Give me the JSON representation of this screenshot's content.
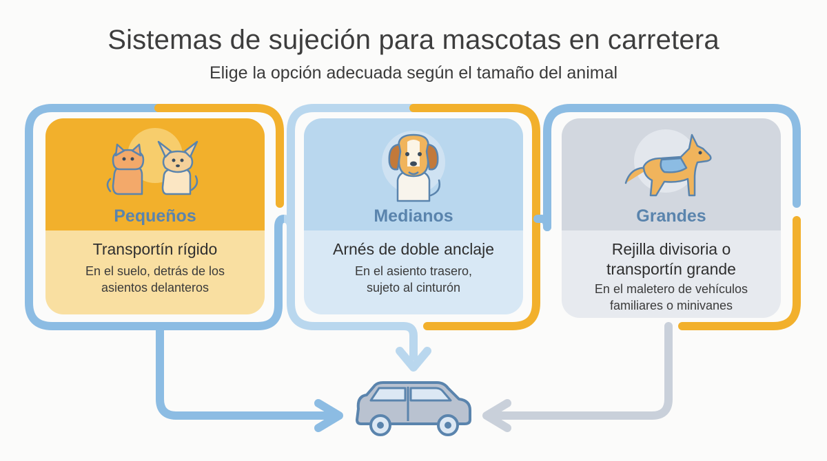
{
  "title": "Sistemas de sujeción para mascotas en carretera",
  "subtitle": "Elige la opción adecuada según el tamaño del animal",
  "colors": {
    "orange": "#f2b02c",
    "blue": "#8cbce3",
    "lightblue": "#b9d7ee",
    "gray": "#c9d0da"
  },
  "cards": [
    {
      "category": "Pequeños",
      "system": "Transportín rígido",
      "location": "En el suelo, detrás de los asientos delanteros",
      "icon": "cat-and-small-dog-icon"
    },
    {
      "category": "Medianos",
      "system": "Arnés de doble anclaje",
      "location": "En el asiento trasero, sujeto al cinturón",
      "icon": "beagle-dog-icon"
    },
    {
      "category": "Grandes",
      "system": "Rejilla divisoria o transportín grande",
      "location": "En el maletero de vehículos familiares o minivanes",
      "icon": "shepherd-dog-icon"
    }
  ],
  "target_icon": "car-icon"
}
